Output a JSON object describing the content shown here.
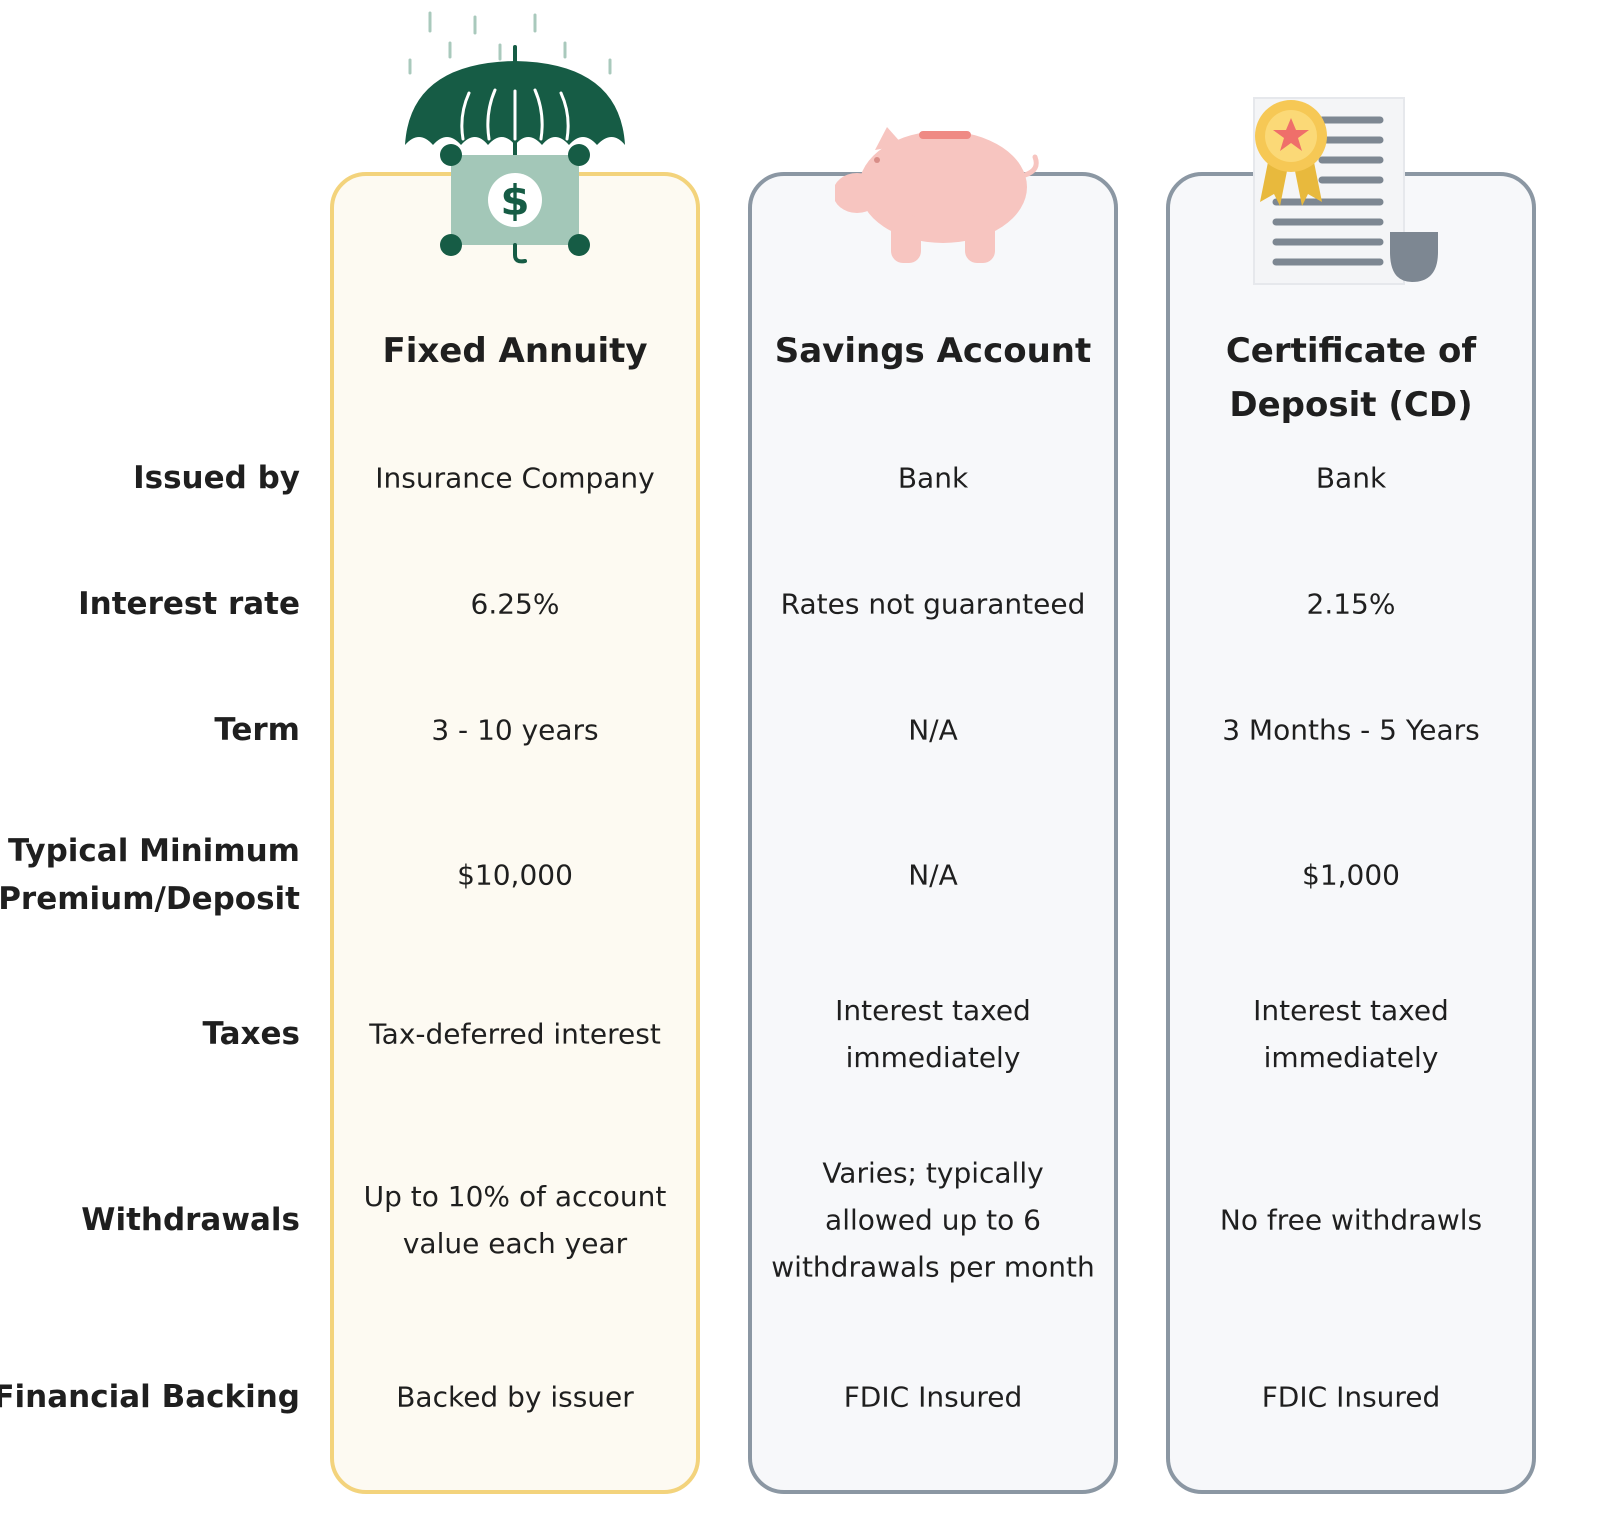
{
  "colors": {
    "annuity_border": "#f3d37c",
    "annuity_bg": "#fdfaf2",
    "other_border": "#8b97a3",
    "other_bg": "#f7f8fa",
    "umbrella_green": "#165c45",
    "bill_green": "#a3c7b8",
    "piggy_pink": "#f7c5c0",
    "badge_gold": "#f6c855",
    "badge_red": "#ef6f6a"
  },
  "row_labels": [
    "Issued by",
    "Interest rate",
    "Term",
    [
      "Typical Minimum",
      "Premium/Deposit"
    ],
    "Taxes",
    "Withdrawals",
    "Financial Backing"
  ],
  "columns": [
    {
      "title": [
        "Fixed Annuity"
      ],
      "icon": "umbrella-money-icon",
      "values": [
        [
          "Insurance Company"
        ],
        [
          "6.25%"
        ],
        [
          "3 - 10 years"
        ],
        [
          "$10,000"
        ],
        [
          "Tax-deferred interest"
        ],
        [
          "Up to 10% of account",
          "value each year"
        ],
        [
          "Backed by issuer"
        ]
      ]
    },
    {
      "title": [
        "Savings Account"
      ],
      "icon": "piggy-bank-icon",
      "values": [
        [
          "Bank"
        ],
        [
          "Rates not guaranteed"
        ],
        [
          "N/A"
        ],
        [
          "N/A"
        ],
        [
          "Interest taxed",
          "immediately"
        ],
        [
          "Varies; typically",
          "allowed up to 6",
          "withdrawals per month"
        ],
        [
          "FDIC Insured"
        ]
      ]
    },
    {
      "title": [
        "Certificate of",
        "Deposit (CD)"
      ],
      "icon": "certificate-icon",
      "values": [
        [
          "Bank"
        ],
        [
          "2.15%"
        ],
        [
          "3 Months - 5 Years"
        ],
        [
          "$1,000"
        ],
        [
          "Interest taxed",
          "immediately"
        ],
        [
          "No free withdrawls"
        ],
        [
          "FDIC Insured"
        ]
      ]
    }
  ]
}
